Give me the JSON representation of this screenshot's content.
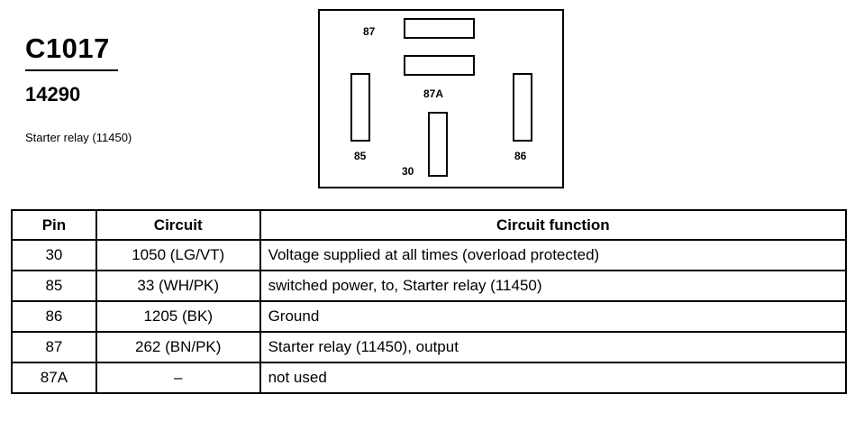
{
  "header": {
    "connector_id": "C1017",
    "part_number": "14290",
    "description": "Starter relay (11450)"
  },
  "connector_view": {
    "terminals": [
      {
        "label": "87"
      },
      {
        "label": "87A"
      },
      {
        "label": "85"
      },
      {
        "label": "86"
      },
      {
        "label": "30"
      }
    ]
  },
  "table": {
    "headers": [
      "Pin",
      "Circuit",
      "Circuit function"
    ],
    "rows": [
      {
        "pin": "30",
        "circuit": "1050 (LG/VT)",
        "function": "Voltage supplied at all times (overload protected)"
      },
      {
        "pin": "85",
        "circuit": "33 (WH/PK)",
        "function": "switched power, to, Starter relay (11450)"
      },
      {
        "pin": "86",
        "circuit": "1205 (BK)",
        "function": "Ground"
      },
      {
        "pin": "87",
        "circuit": "262 (BN/PK)",
        "function": "Starter relay (11450), output"
      },
      {
        "pin": "87A",
        "circuit": "–",
        "function": "not used"
      }
    ]
  }
}
